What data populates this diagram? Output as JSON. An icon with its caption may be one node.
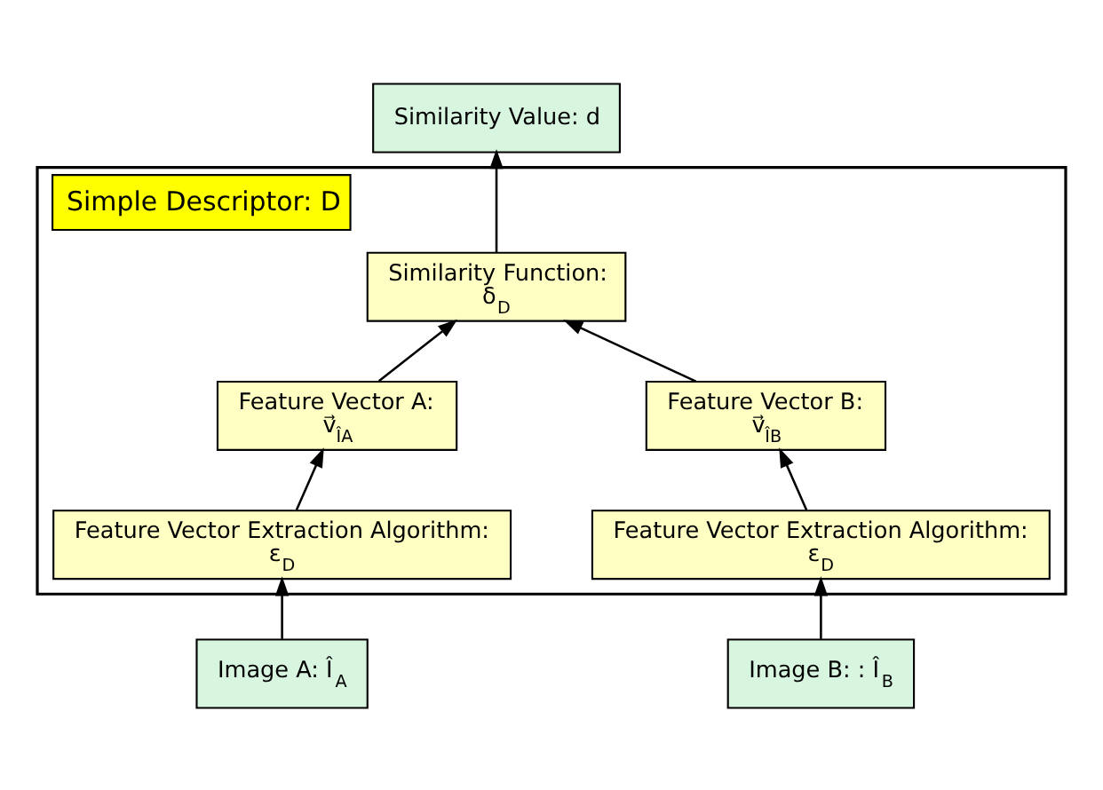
{
  "diagram": {
    "nodes": [
      {
        "text": [
          "Simple Descriptor: D"
        ]
      },
      {
        "text": [
          "Similarity Value: d"
        ]
      },
      {
        "text": [
          "Similarity Function:",
          "δ$_{D}$"
        ],
        "in": 0
      },
      {
        "text": [
          "Feature Vector A:",
          "v⃗$_{ÎA}$"
        ],
        "in": 0
      },
      {
        "text": [
          "Feature Vector B:",
          "v⃗$_{ÎB}$"
        ],
        "in": 0
      },
      {
        "text": [
          "Feature Vector Extraction Algorithm:",
          "ε$_{D}$"
        ],
        "in": 0
      },
      {
        "text": [
          "Feature Vector Extraction Algorithm:",
          "ε$_{D}$"
        ],
        "in": 0
      },
      {
        "text": [
          "Image A: Î$_{A}$"
        ]
      },
      {
        "text": [
          "Image B: : Î$_{B}$"
        ]
      }
    ],
    "edges": [
      {
        "from": 2,
        "to": 1,
        "arrow": "to"
      },
      {
        "from": 3,
        "to": 2,
        "arrow": "to"
      },
      {
        "from": 4,
        "to": 2,
        "arrow": "to"
      },
      {
        "from": 5,
        "to": 3,
        "arrow": "to"
      },
      {
        "from": 6,
        "to": 4,
        "arrow": "to"
      },
      {
        "from": 7,
        "to": 5,
        "arrow": "to"
      },
      {
        "from": 8,
        "to": 6,
        "arrow": "to"
      }
    ]
  }
}
